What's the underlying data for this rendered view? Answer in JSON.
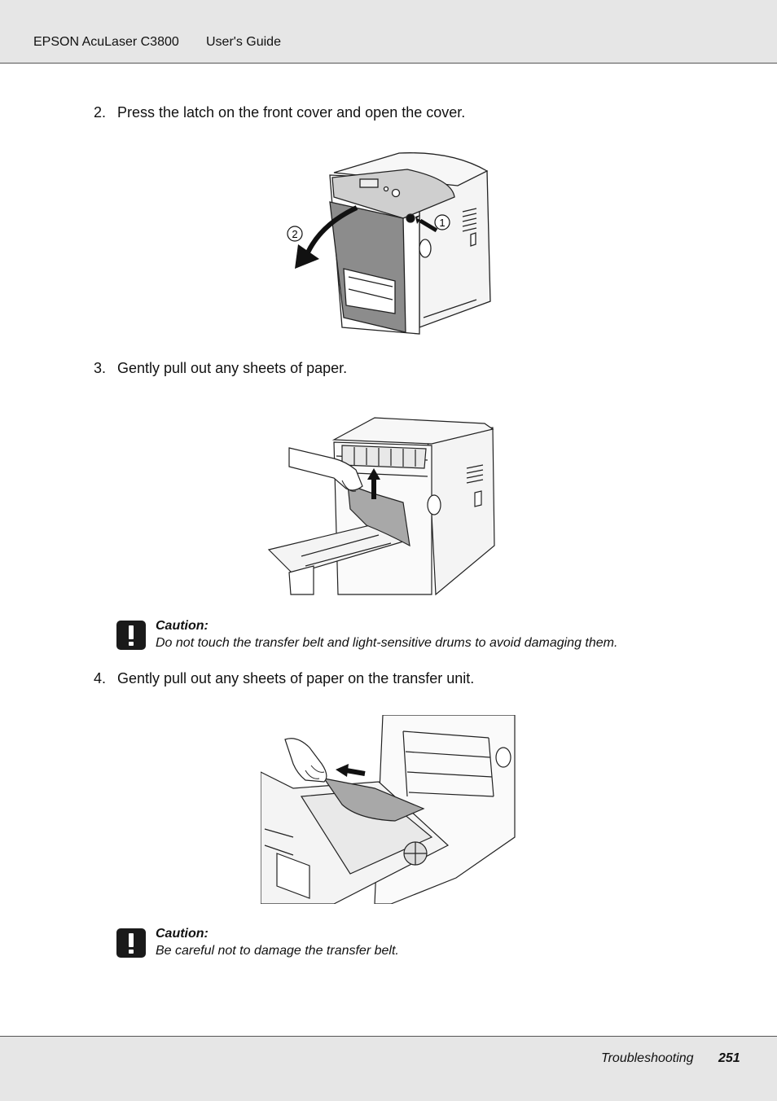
{
  "header": {
    "product": "EPSON AcuLaser C3800",
    "guide": "User's Guide"
  },
  "steps": [
    {
      "number": "2.",
      "text": "Press the latch on the front cover and open the cover."
    },
    {
      "number": "3.",
      "text": "Gently pull out any sheets of paper."
    },
    {
      "number": "4.",
      "text": "Gently pull out any sheets of paper on the transfer unit."
    }
  ],
  "figure1": {
    "callout1": "1",
    "callout2": "2"
  },
  "cautions": [
    {
      "title": "Caution:",
      "text": "Do not touch the transfer belt and light-sensitive drums to avoid damaging them."
    },
    {
      "title": "Caution:",
      "text": "Be careful not to damage the transfer belt."
    }
  ],
  "footer": {
    "section": "Troubleshooting",
    "page": "251"
  }
}
